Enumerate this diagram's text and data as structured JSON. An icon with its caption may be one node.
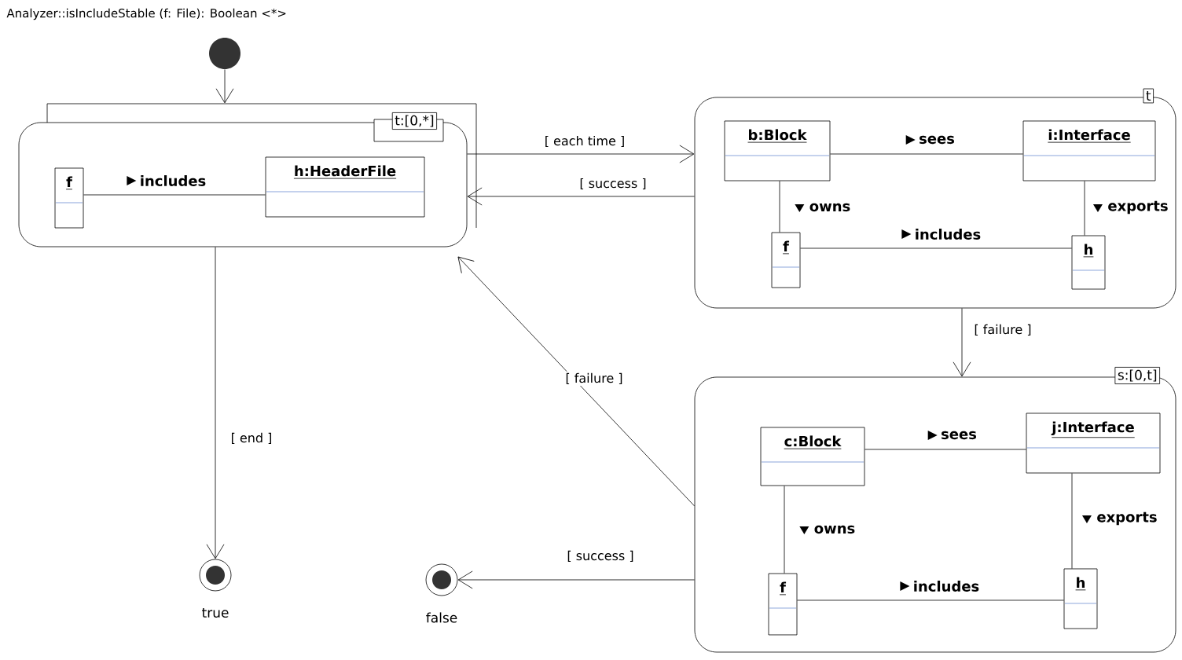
{
  "diagram": {
    "title": "Analyzer::isIncludeStable (f: File): Boolean <*>",
    "nodes": [
      {
        "text": [],
        "shape": "circle"
      },
      {
        "text": [
          "t:[0,*]"
        ]
      },
      {
        "text": [
          "f"
        ],
        "in": 1
      },
      {
        "text": [
          "h:HeaderFile"
        ],
        "in": 1
      },
      {
        "text": [
          "t"
        ]
      },
      {
        "text": [
          "b:Block"
        ],
        "in": 4
      },
      {
        "text": [
          "i:Interface"
        ],
        "in": 4
      },
      {
        "text": [
          "f"
        ],
        "in": 4
      },
      {
        "text": [
          "h"
        ],
        "in": 4
      },
      {
        "text": [
          "s:[0,t]"
        ]
      },
      {
        "text": [
          "c:Block"
        ],
        "in": 9
      },
      {
        "text": [
          "j:Interface"
        ],
        "in": 9
      },
      {
        "text": [
          "f"
        ],
        "in": 9
      },
      {
        "text": [
          "h"
        ],
        "in": 9
      },
      {
        "text": [],
        "shape": "circle",
        "beside": [
          "true"
        ]
      },
      {
        "text": [],
        "shape": "circle",
        "beside": [
          "false"
        ]
      }
    ],
    "edges": [
      {
        "from": 0,
        "to": 1,
        "arrow": "to"
      },
      {
        "from": 2,
        "to": 3,
        "arrow": "none",
        "label": "includes"
      },
      {
        "from": 1,
        "to": 4,
        "arrow": "to",
        "label": "[ each time ]"
      },
      {
        "from": 4,
        "to": 1,
        "arrow": "to",
        "label": "[ success ]"
      },
      {
        "from": 5,
        "to": 6,
        "arrow": "none",
        "label": "sees"
      },
      {
        "from": 5,
        "to": 7,
        "arrow": "none",
        "label": "owns"
      },
      {
        "from": 6,
        "to": 8,
        "arrow": "none",
        "label": "exports"
      },
      {
        "from": 7,
        "to": 8,
        "arrow": "none",
        "label": "includes"
      },
      {
        "from": 4,
        "to": 9,
        "arrow": "to",
        "label": "[ failure ]"
      },
      {
        "from": 9,
        "to": 1,
        "arrow": "to",
        "label": "[ failure ]"
      },
      {
        "from": 9,
        "to": 15,
        "arrow": "to",
        "label": "[ success ]"
      },
      {
        "from": 10,
        "to": 11,
        "arrow": "none",
        "label": "sees"
      },
      {
        "from": 10,
        "to": 12,
        "arrow": "none",
        "label": "owns"
      },
      {
        "from": 11,
        "to": 13,
        "arrow": "none",
        "label": "exports"
      },
      {
        "from": 12,
        "to": 13,
        "arrow": "none",
        "label": "includes"
      },
      {
        "from": 1,
        "to": 14,
        "arrow": "to",
        "label": "[ end ]"
      }
    ]
  }
}
